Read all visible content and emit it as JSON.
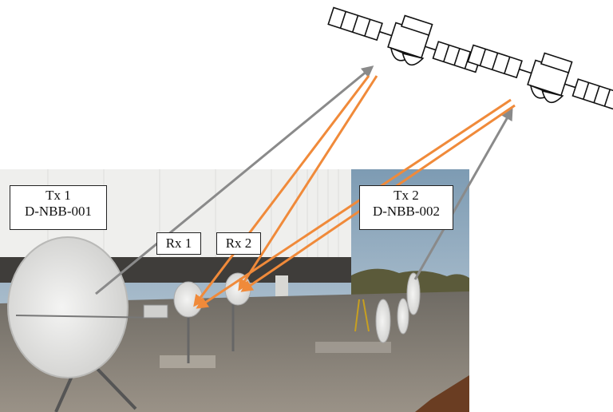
{
  "labels": {
    "tx1": [
      "Tx 1",
      "D-NBB-001"
    ],
    "tx2": [
      "Tx 2",
      "D-NBB-002"
    ],
    "rx1": "Rx 1",
    "rx2": "Rx 2"
  },
  "colors": {
    "uplink": "#8a8a8a",
    "downlink": "#f08a3a",
    "sky": "#9fb6c9",
    "building": "#eeeeec",
    "roof": "#8a8378",
    "dish": "#e7e7e6",
    "satellite_stroke": "#111111"
  },
  "links": {
    "uplinks": [
      "Tx 1 → satellite 1",
      "Tx 2 → satellite 2"
    ],
    "downlinks": [
      "satellite 1 → Rx 1",
      "satellite 1 → Rx 2",
      "satellite 2 → Rx 1",
      "satellite 2 → Rx 2"
    ]
  },
  "icons": [
    "satellite-icon",
    "satellite-icon",
    "parabolic-dish-icon"
  ]
}
